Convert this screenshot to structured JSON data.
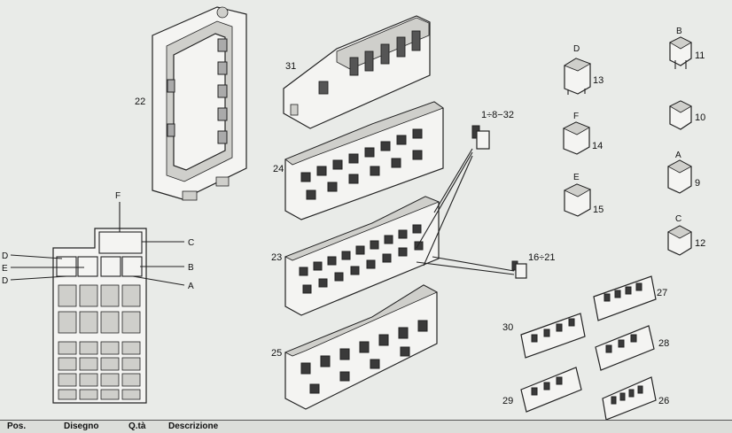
{
  "parts": {
    "p22": "22",
    "p31": "31",
    "p24": "24",
    "p23": "23",
    "p25": "25",
    "p13": "13",
    "p14": "14",
    "p15": "15",
    "p11": "11",
    "p10": "10",
    "p9": "9",
    "p12": "12",
    "range_a": "1÷8−32",
    "range_b": "16÷21",
    "p27": "27",
    "p28": "28",
    "p30": "30",
    "p29": "29",
    "p26": "26"
  },
  "relay_letters": {
    "d": "D",
    "f": "F",
    "e": "E",
    "b": "B",
    "a": "A",
    "c": "C"
  },
  "layout_callouts": {
    "F": "F",
    "C": "C",
    "D1": "D",
    "B": "B",
    "E": "E",
    "D2": "D",
    "A": "A"
  },
  "table_header": {
    "pos": "Pos.",
    "disegno": "Disegno",
    "qta": "Q.tà",
    "descrizione": "Descrizione"
  }
}
